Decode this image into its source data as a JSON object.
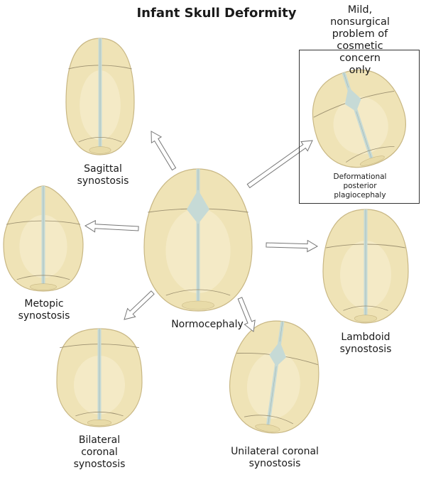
{
  "title": "Infant Skull Deformity",
  "note": "Mild, nonsurgical\nproblem of cosmetic\nconcern only",
  "labels": {
    "sagittal": "Sagittal\nsynostosis",
    "metopic": "Metopic\nsynostosis",
    "normocephaly": "Normocephaly",
    "lambdoid": "Lambdoid\nsynostosis",
    "bilateral": "Bilateral\ncoronal\nsynostosis",
    "unilateral": "Unilateral coronal\nsynostosis",
    "plagiocephaly": "Deformational\nposterior\nplagiocephaly"
  },
  "colors": {
    "bone": "#efe3b6",
    "bone_edge": "#c8b784",
    "suture": "#c6dad6",
    "arrow": "#777777"
  }
}
